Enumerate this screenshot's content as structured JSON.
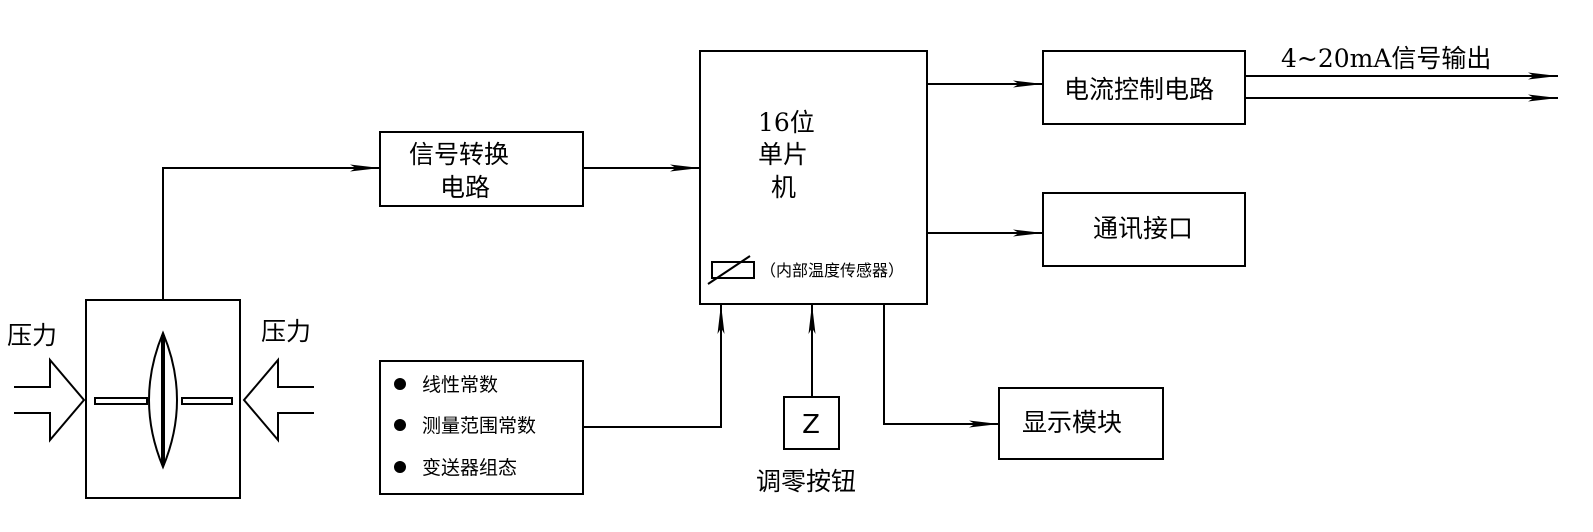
{
  "sensor": {
    "left_label": "压力",
    "right_label": "压力"
  },
  "converter": {
    "line1": "信号转换",
    "line2": "电路"
  },
  "mcu": {
    "line1": "16位",
    "line2": "单片",
    "line3": "机",
    "temp_sensor_label": "（内部温度传感器）"
  },
  "current_ctrl": {
    "label": "电流控制电路"
  },
  "output": {
    "label": "4~20mA信号输出"
  },
  "comm": {
    "label": "通讯接口"
  },
  "display": {
    "label": "显示模块"
  },
  "config": {
    "items": [
      "线性常数",
      "测量范围常数",
      "变送器组态"
    ]
  },
  "zero": {
    "key": "Z",
    "label": "调零按钮"
  }
}
